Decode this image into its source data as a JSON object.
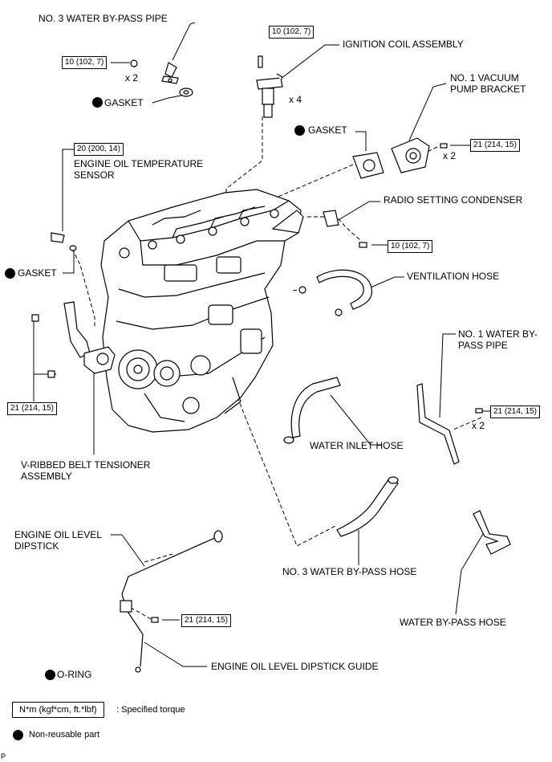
{
  "labels": {
    "no3_water_bypass_pipe": "NO. 3 WATER BY-PASS PIPE",
    "ignition_coil_assembly": "IGNITION COIL ASSEMBLY",
    "no1_vacuum_pump_bracket_1": "NO. 1 VACUUM",
    "no1_vacuum_pump_bracket_2": "PUMP BRACKET",
    "gasket_top": "GASKET",
    "gasket_mid": "GASKET",
    "gasket_left": "GASKET",
    "engine_oil_temp_sensor_1": "ENGINE OIL TEMPERATURE",
    "engine_oil_temp_sensor_2": "SENSOR",
    "radio_setting_condenser": "RADIO SETTING CONDENSER",
    "ventilation_hose": "VENTILATION HOSE",
    "no1_water_bypass_pipe_1": "NO. 1 WATER BY-",
    "no1_water_bypass_pipe_2": "PASS PIPE",
    "water_inlet_hose": "WATER INLET HOSE",
    "v_ribbed_belt_tensioner_1": "V-RIBBED BELT TENSIONER",
    "v_ribbed_belt_tensioner_2": "ASSEMBLY",
    "engine_oil_level_dipstick_1": "ENGINE OIL LEVEL",
    "engine_oil_level_dipstick_2": "DIPSTICK",
    "no3_water_bypass_hose": "NO. 3 WATER BY-PASS HOSE",
    "water_bypass_hose": "WATER BY-PASS HOSE",
    "o_ring": "O-RING",
    "engine_oil_level_dipstick_guide": "ENGINE OIL LEVEL DIPSTICK GUIDE"
  },
  "torques": {
    "t_10_a": "10 (102, 7)",
    "t_10_b": "10 (102, 7)",
    "t_10_c": "10 (102, 7)",
    "t_20": "20 (200, 14)",
    "t_21_a": "21 (214, 15)",
    "t_21_b": "21 (214, 15)",
    "t_21_c": "21 (214, 15)",
    "t_21_d": "21 (214, 15)"
  },
  "quantities": {
    "q_x2_a": "x 2",
    "q_x4": "x 4",
    "q_x2_b": "x 2",
    "q_x2_c": "x 2"
  },
  "legend": {
    "torque_box": "N*m (kgf*cm, ft.*lbf)",
    "torque_desc": ": Specified torque",
    "nonreusable_desc": "Non-reusable part"
  },
  "corner_code": "P"
}
